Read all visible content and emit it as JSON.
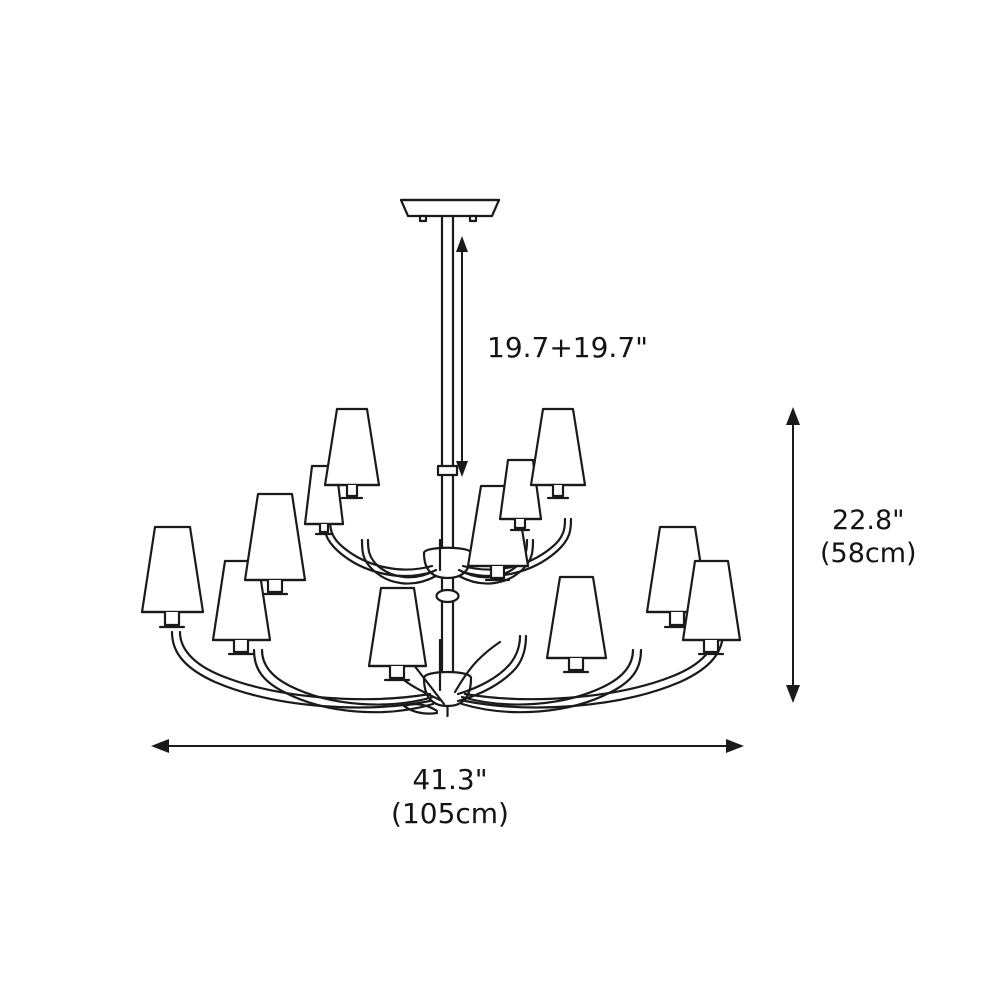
{
  "diagram": {
    "title": "Chandelier dimension drawing",
    "product": "12-light two-tier chandelier",
    "line_color": "#1a1a1a",
    "background": "#ffffff",
    "dimensions": {
      "drop": {
        "label": "19.7+19.7\"",
        "orientation": "vertical",
        "measures": "adjustable downrod drop"
      },
      "height": {
        "label_in": "22.8\"",
        "label_cm": "(58cm)",
        "orientation": "vertical",
        "measures": "fixture body height"
      },
      "width": {
        "label_in": "41.3\"",
        "label_cm": "(105cm)",
        "orientation": "horizontal",
        "measures": "overall diameter"
      }
    }
  }
}
